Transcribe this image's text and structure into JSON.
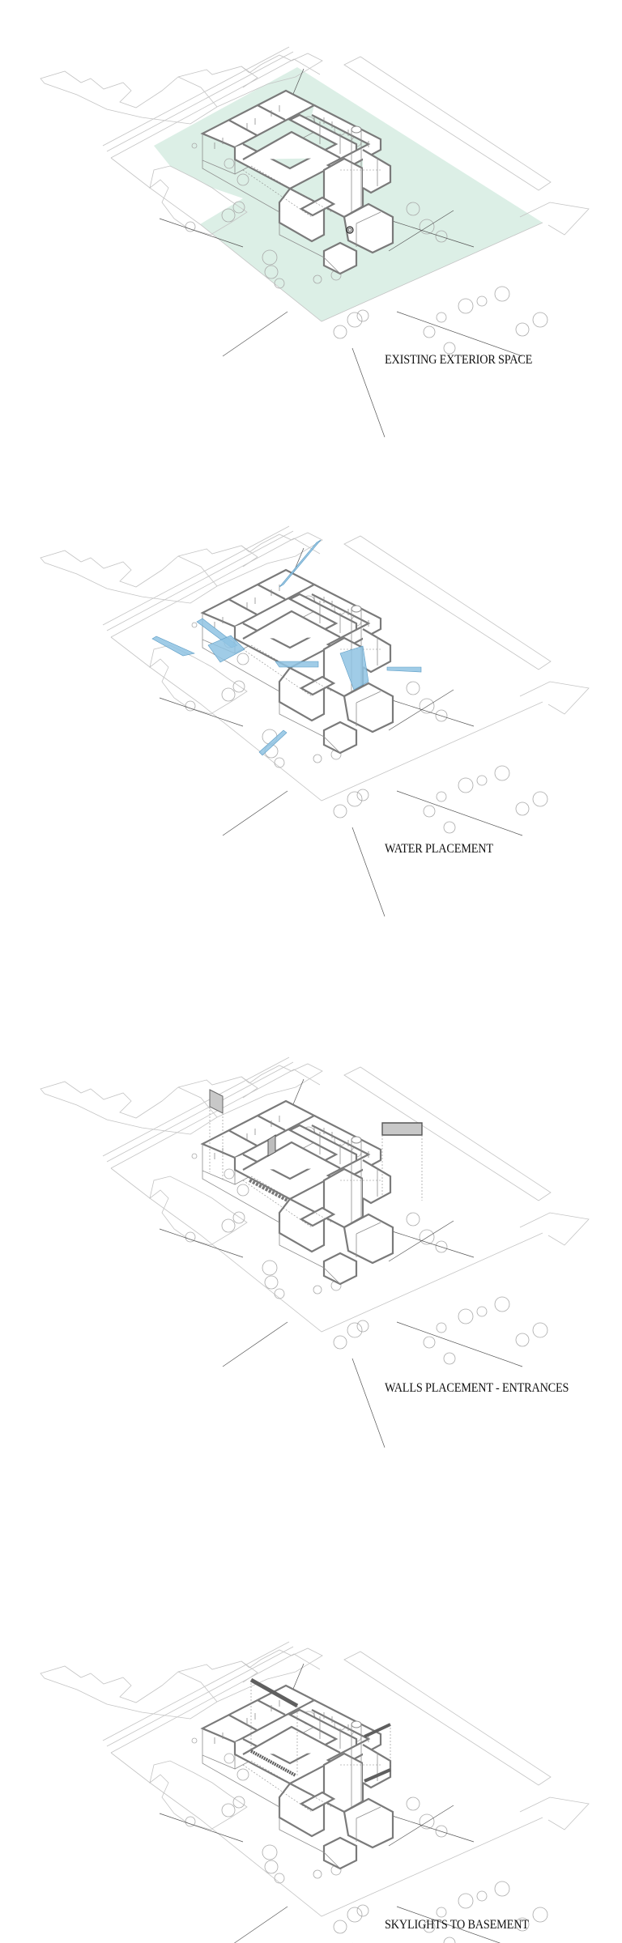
{
  "sheet": {
    "background": "#ffffff",
    "panels": [
      {
        "id": "existing-exterior-space",
        "caption": "EXISTING EXTERIOR SPACE",
        "overlay": "green-exterior-space",
        "overlay_color": "#dcefe6"
      },
      {
        "id": "water-placement",
        "caption": "WATER PLACEMENT",
        "overlay": "water-strips",
        "overlay_color": "#8fc3e3"
      },
      {
        "id": "walls-placement-entrances",
        "caption": "WALLS PLACEMENT - ENTRANCES",
        "overlay": "gray-wall-planes",
        "overlay_color": "#c8c8c8"
      },
      {
        "id": "skylights-to-basement",
        "caption": "SKYLIGHTS TO BASEMENT",
        "overlay": "skylight-bars",
        "overlay_color": "#6a6a6a"
      }
    ]
  }
}
